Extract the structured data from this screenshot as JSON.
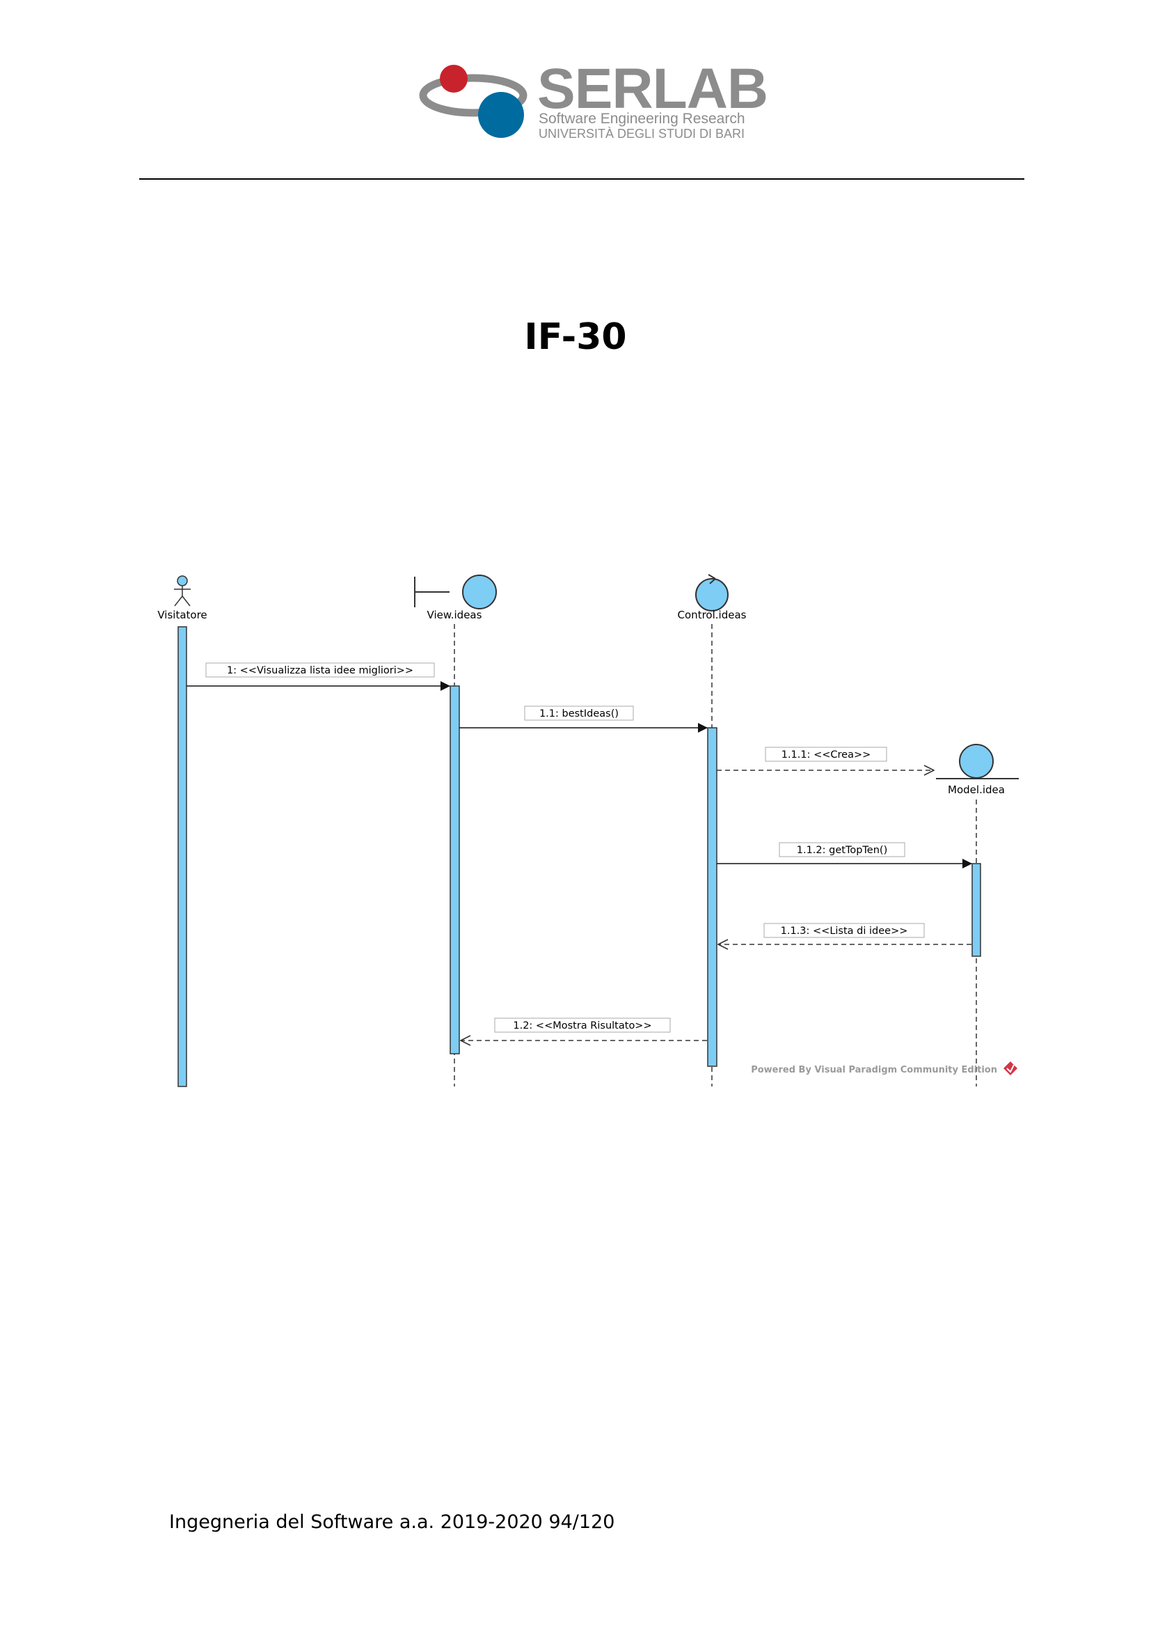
{
  "header": {
    "logo": {
      "name": "SERLAB",
      "subtitle_line1": "Software Engineering Research",
      "subtitle_line2": "UNIVERSITÀ DEGLI STUDI DI BARI"
    }
  },
  "title": "IF-30",
  "diagram": {
    "lifelines": [
      {
        "id": "visitatore",
        "label": "Visitatore",
        "kind": "actor"
      },
      {
        "id": "view",
        "label": "View.ideas",
        "kind": "boundary"
      },
      {
        "id": "control",
        "label": "Control.ideas",
        "kind": "control"
      },
      {
        "id": "model",
        "label": "Model.idea",
        "kind": "entity"
      }
    ],
    "messages": [
      {
        "label": "1: <<Visualizza lista idee migliori>>",
        "type": "sync"
      },
      {
        "label": "1.1: bestIdeas()",
        "type": "sync"
      },
      {
        "label": "1.1.1: <<Crea>>",
        "type": "create"
      },
      {
        "label": "1.1.2: getTopTen()",
        "type": "sync"
      },
      {
        "label": "1.1.3: <<Lista di idee>>",
        "type": "return"
      },
      {
        "label": "1.2: <<Mostra Risultato>>",
        "type": "return"
      }
    ],
    "watermark": "Powered By Visual Paradigm Community Edition",
    "colors": {
      "fill": "#7ecdf4",
      "stroke": "#333333",
      "watermark": "#9a9a9a"
    }
  },
  "footer": "Ingegneria del Software a.a. 2019-2020 94/120",
  "colors": {
    "logo_red": "#c8232c",
    "logo_blue": "#006b9f",
    "logo_gray": "#8c8c8c"
  }
}
